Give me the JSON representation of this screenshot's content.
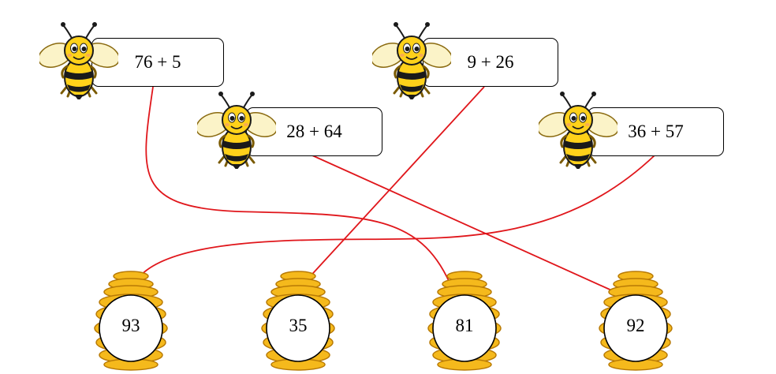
{
  "expressions": [
    {
      "id": "e1",
      "text": "76 + 5"
    },
    {
      "id": "e2",
      "text": "28 + 64"
    },
    {
      "id": "e3",
      "text": "9 + 26"
    },
    {
      "id": "e4",
      "text": "36 + 57"
    }
  ],
  "answers": [
    {
      "id": "a1",
      "text": "93"
    },
    {
      "id": "a2",
      "text": "35"
    },
    {
      "id": "a3",
      "text": "81"
    },
    {
      "id": "a4",
      "text": "92"
    }
  ],
  "colors": {
    "line": "#e0161b",
    "honey": "#f5b91c",
    "honey_dark": "#b87a05",
    "bee_yellow": "#ffd11a",
    "bee_black": "#1a1a1a",
    "wing": "#fbf3c8"
  }
}
